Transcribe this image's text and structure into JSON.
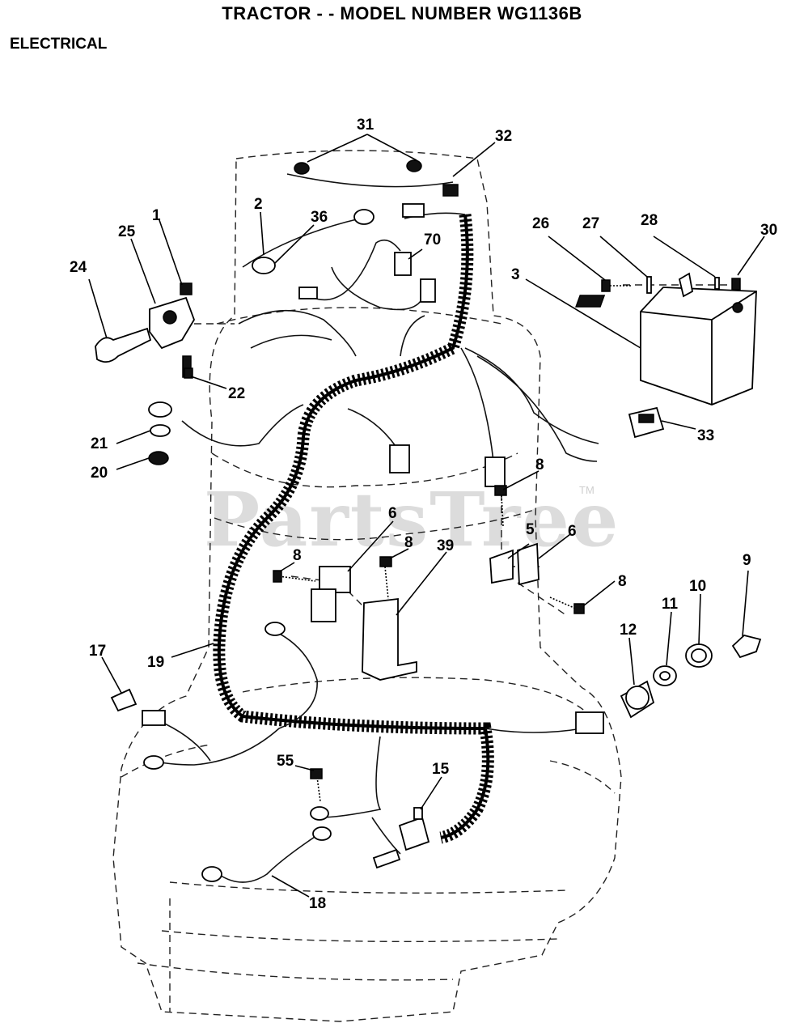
{
  "header": {
    "title": "TRACTOR - - MODEL NUMBER WG1136B",
    "section": "ELECTRICAL"
  },
  "watermark": {
    "text": "PartsTree",
    "trademark": "TM"
  },
  "callouts": {
    "c1": "1",
    "c2": "2",
    "c3": "3",
    "c5": "5",
    "c6a": "6",
    "c6b": "6",
    "c8a": "8",
    "c8b": "8",
    "c8c": "8",
    "c8d": "8",
    "c9": "9",
    "c10": "10",
    "c11": "11",
    "c12": "12",
    "c15": "15",
    "c17": "17",
    "c18": "18",
    "c19": "19",
    "c20": "20",
    "c21": "21",
    "c22": "22",
    "c24": "24",
    "c25": "25",
    "c26": "26",
    "c27": "27",
    "c28": "28",
    "c30": "30",
    "c31": "31",
    "c32": "32",
    "c33": "33",
    "c36": "36",
    "c39": "39",
    "c55": "55",
    "c70": "70"
  }
}
